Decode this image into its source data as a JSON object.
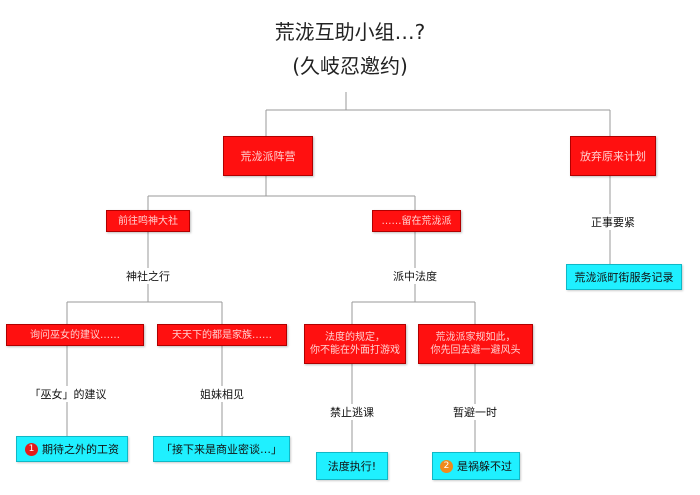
{
  "title": {
    "line1": "荒泷互助小组…?",
    "line2": "(久岐忍邀约)"
  },
  "nodes": {
    "left_main": "荒泷派阵营",
    "right_main": "放弃原来计划",
    "left_sub1": "前往鸣神大社",
    "left_sub2": "……留在荒泷派",
    "right_label": "正事要紧",
    "right_leaf": "荒泷派町街服务记录",
    "mid1_label": "神社之行",
    "mid2_label": "派中法度",
    "box_a": "询问巫女的建议……",
    "box_b": "天天下的都是家族……",
    "box_c": "法度的规定，\n你不能在外面打游戏",
    "box_d": "荒泷派家规如此，\n你先回去避一避风头",
    "label_a": "「巫女」的建议",
    "label_b": "姐妹相见",
    "label_c": "禁止逃课",
    "label_d": "暂避一时",
    "leaf_a": "期待之外的工资",
    "leaf_b": "「接下来是商业密谈…」",
    "leaf_c": "法度执行!",
    "leaf_d": "是祸躲不过",
    "badge_a": "1",
    "badge_d": "2"
  },
  "colors": {
    "red_box": "#ff1010",
    "cyan_box": "#1ff0ff",
    "badge_red": "#e21b1b",
    "badge_orange": "#f08a1c",
    "line": "#9a9a9a"
  }
}
